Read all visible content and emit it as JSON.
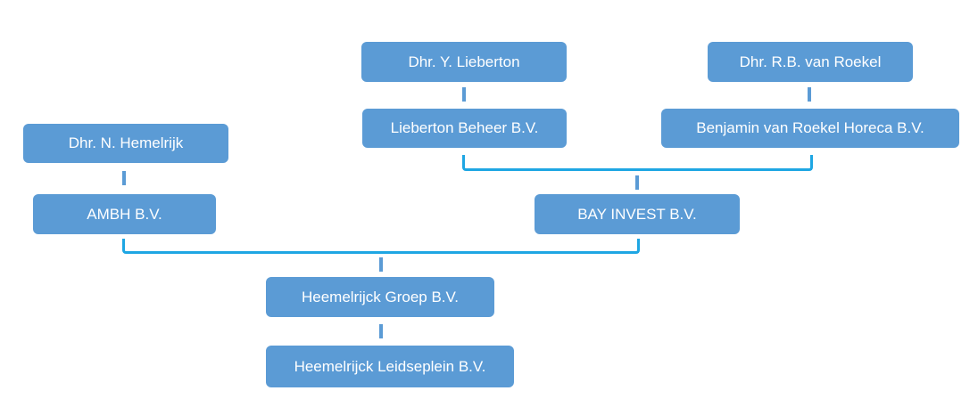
{
  "nodes": {
    "hemelrijk": "Dhr. N. Hemelrijk",
    "ambh": "AMBH B.V.",
    "lieberton_person": "Dhr. Y. Lieberton",
    "lieberton_beheer": "Lieberton Beheer B.V.",
    "van_roekel_person": "Dhr. R.B. van Roekel",
    "benjamin_van_roekel": "Benjamin van Roekel Horeca B.V.",
    "bay_invest": "BAY INVEST B.V.",
    "heemelrijck_groep": "Heemelrijck Groep B.V.",
    "heemelrijck_leidseplein": "Heemelrijck Leidseplein B.V."
  },
  "colors": {
    "box_fill": "#5b9bd5",
    "box_text": "#ffffff",
    "connector_short": "#5b9bd5",
    "connector_bracket": "#1ea6e3"
  }
}
